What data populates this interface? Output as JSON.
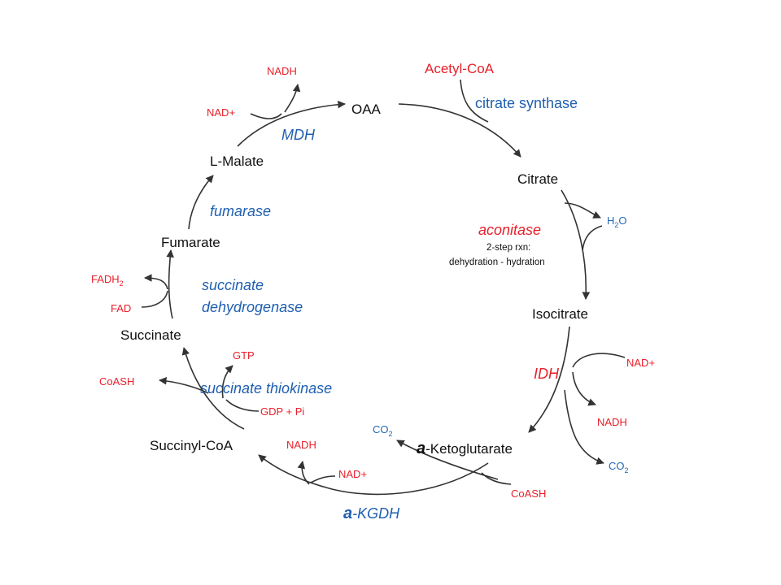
{
  "colors": {
    "metabolite": "#111111",
    "cofactor": "#e8202a",
    "enzyme": "#1f5fb0",
    "gas": "#2468b4",
    "arrow": "#333333"
  },
  "metabolites": {
    "oaa": "OAA",
    "citrate": "Citrate",
    "isocitrate": "Isocitrate",
    "ketoglutarate_prefix": "a",
    "ketoglutarate_name": "-Ketoglutarate",
    "succinyl_coa": "Succinyl-CoA",
    "succinate": "Succinate",
    "fumarate": "Fumarate",
    "l_malate": "L-Malate"
  },
  "enzymes": {
    "citrate_synthase": "citrate synthase",
    "aconitase": "aconitase",
    "aconitase_note_line1": "2-step rxn:",
    "aconitase_note_line2": "dehydration - hydration",
    "idh": "IDH",
    "akgdh_prefix": "a",
    "akgdh_name": "-KGDH",
    "succinate_thiokinase": "succinate thiokinase",
    "succinate_dehydrogenase_line1": "succinate",
    "succinate_dehydrogenase_line2": "dehydrogenase",
    "fumarase": "fumarase",
    "mdh": "MDH"
  },
  "cofactors": {
    "acetyl_coa": "Acetyl-CoA",
    "h2o_base": "H",
    "h2o_sub": "2",
    "h2o_tail": "O",
    "idh_nad": "NAD+",
    "idh_nadh": "NADH",
    "idh_co2_base": "CO",
    "idh_co2_sub": "2",
    "kgdh_co2_base": "CO",
    "kgdh_co2_sub": "2",
    "kgdh_coash": "CoASH",
    "kgdh_nadh": "NADH",
    "kgdh_nad": "NAD+",
    "st_gtp": "GTP",
    "st_gdp": "GDP + Pi",
    "st_coash": "CoASH",
    "sdh_fadh2_base": "FADH",
    "sdh_fadh2_sub": "2",
    "sdh_fad": "FAD",
    "mdh_nadh": "NADH",
    "mdh_nad": "NAD+"
  }
}
